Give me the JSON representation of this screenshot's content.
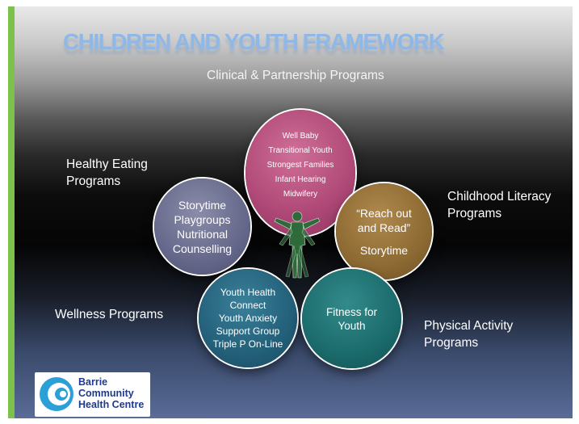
{
  "slide": {
    "title": "CHILDREN AND YOUTH FRAMEWORK",
    "colors": {
      "accent_bar": "#7cc24a",
      "title": "#8fb8e6"
    }
  },
  "categories": {
    "clinical": "Clinical & Partnership Programs",
    "healthy_eating": "Healthy Eating\nPrograms",
    "literacy": "Childhood Literacy\nPrograms",
    "wellness": "Wellness Programs",
    "physical": "Physical Activity\nPrograms"
  },
  "circles": {
    "clinical": {
      "color": "#b14a78",
      "items": [
        "Well Baby",
        "Transitional Youth",
        "Strongest Families",
        "Infant Hearing",
        "Midwifery"
      ]
    },
    "healthy_eating": {
      "color": "#65688a",
      "items": [
        "Storytime",
        "Playgroups",
        "Nutritional",
        "Counselling"
      ]
    },
    "literacy": {
      "color": "#8d6a33",
      "items": [
        "“Reach out",
        "and Read”",
        "Storytime"
      ]
    },
    "wellness": {
      "color": "#23607a",
      "items": [
        "Youth Health",
        "Connect",
        "Youth Anxiety",
        "Support Group",
        "Triple P On-Line"
      ]
    },
    "physical": {
      "color": "#1b6b6c",
      "items": [
        "Fitness for",
        "Youth"
      ]
    }
  },
  "center_figure": {
    "icon": "human-figures-icon"
  },
  "logo": {
    "icon": "swirl-logo-icon",
    "text": "Barrie\nCommunity\nHealth Centre",
    "color": "#1f3a8a"
  }
}
